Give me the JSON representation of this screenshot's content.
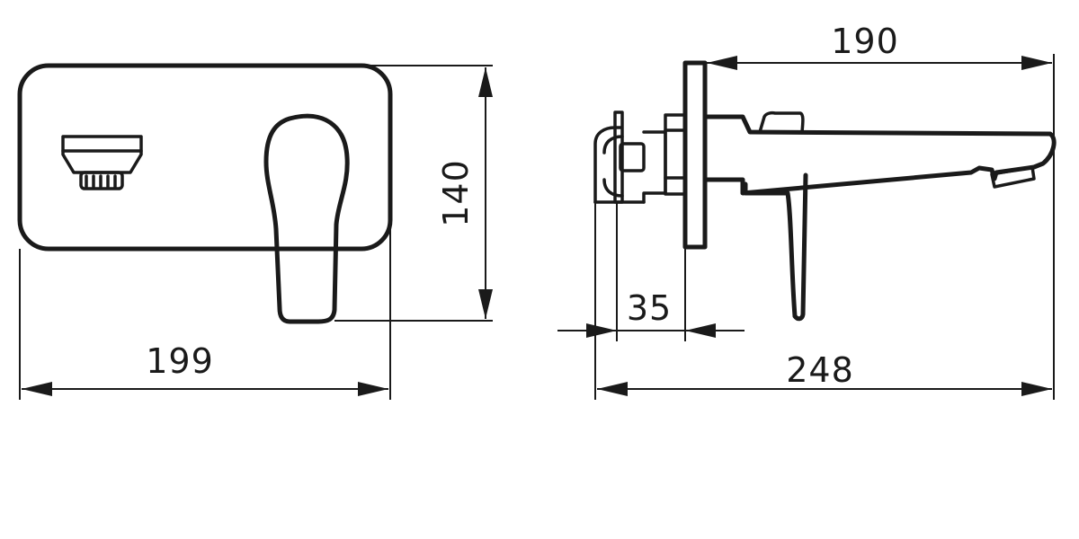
{
  "dimensions": {
    "front_width": "199",
    "front_height": "140",
    "side_spout_length": "190",
    "side_depth": "35",
    "side_total_length": "248"
  },
  "colors": {
    "line": "#1a1a1a",
    "background": "#ffffff"
  }
}
